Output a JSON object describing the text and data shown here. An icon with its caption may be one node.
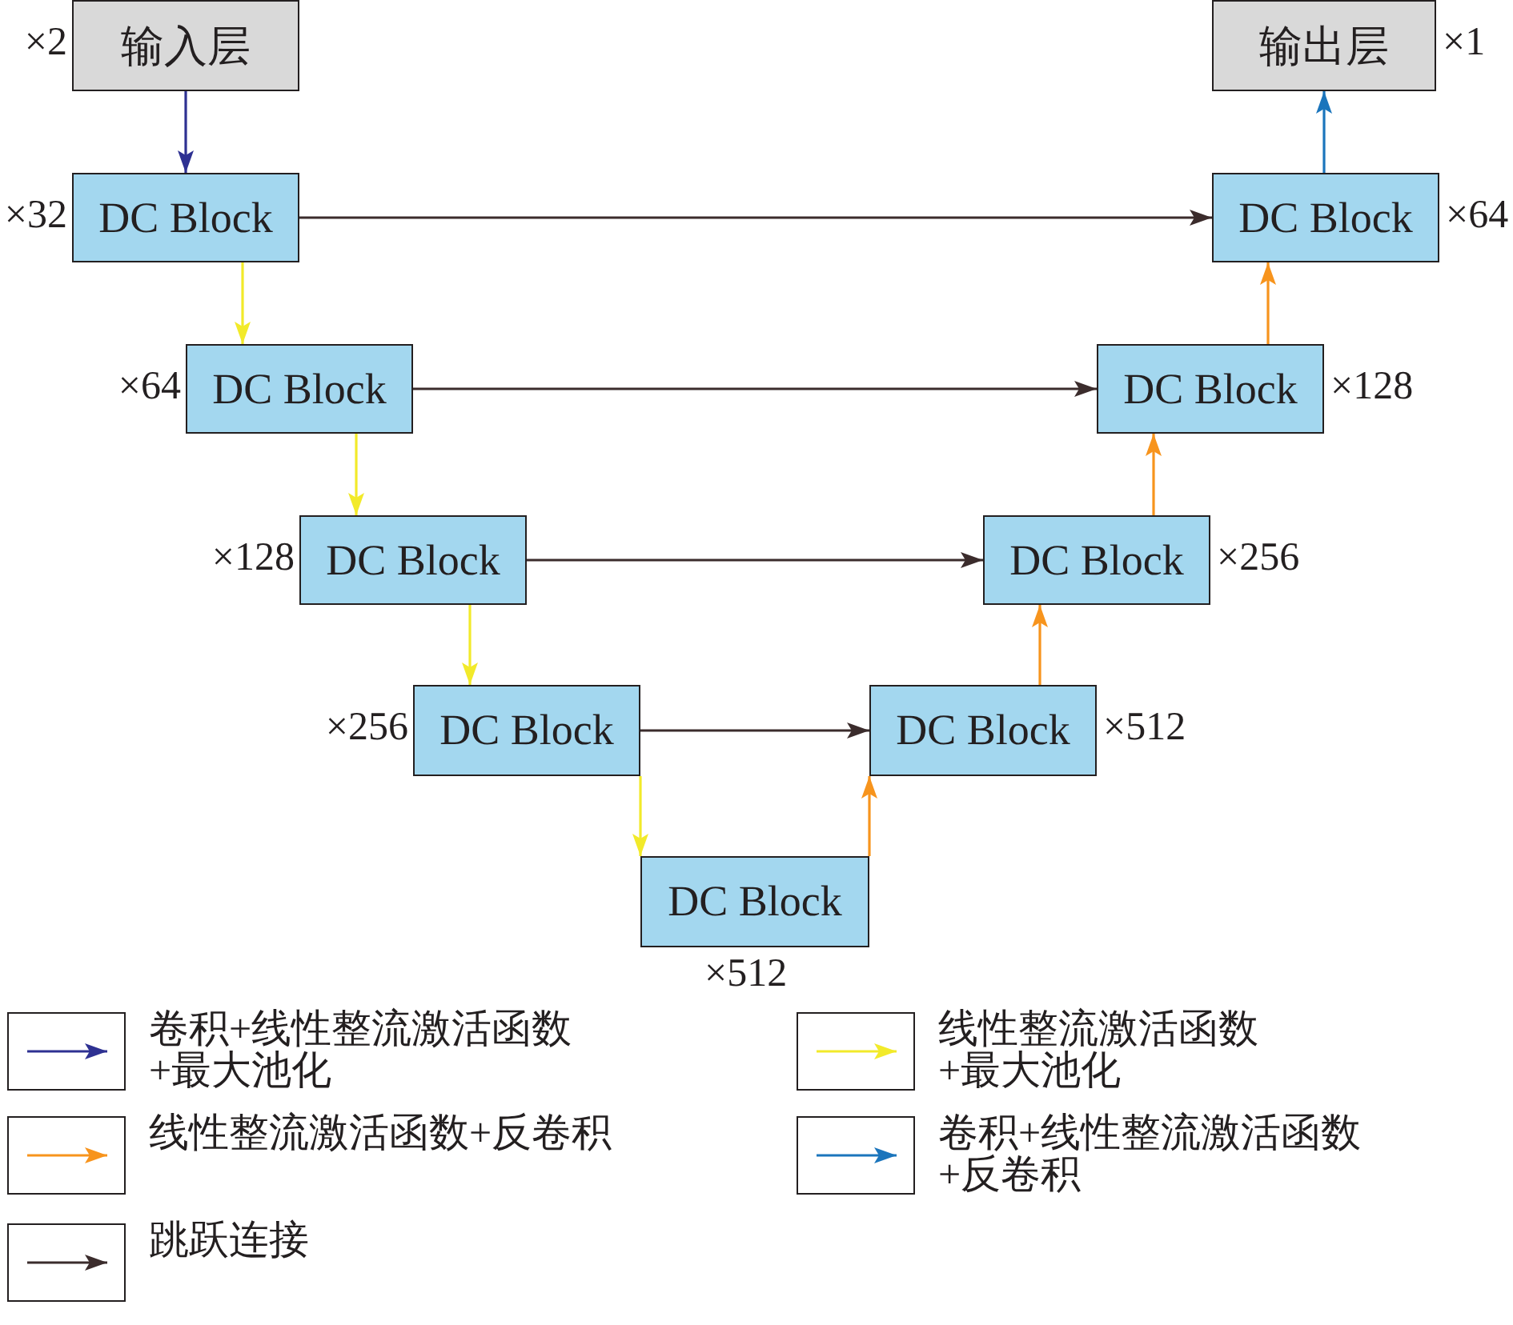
{
  "diagram": {
    "nodes": [
      {
        "text": [
          "输入层"
        ],
        "beside": [
          "×2"
        ]
      },
      {
        "text": [
          "输出层"
        ],
        "beside": [
          "×1"
        ]
      },
      {
        "text": [
          "DC Block"
        ],
        "beside": [
          "×32"
        ]
      },
      {
        "text": [
          "DC Block"
        ],
        "beside": [
          "×64"
        ]
      },
      {
        "text": [
          "DC Block"
        ],
        "beside": [
          "×128"
        ]
      },
      {
        "text": [
          "DC Block"
        ],
        "beside": [
          "×256"
        ]
      },
      {
        "text": [
          "DC Block"
        ],
        "beside": [
          "×512"
        ]
      },
      {
        "text": [
          "DC Block"
        ],
        "beside": [
          "×512"
        ]
      },
      {
        "text": [
          "DC Block"
        ],
        "beside": [
          "×256"
        ]
      },
      {
        "text": [
          "DC Block"
        ],
        "beside": [
          "×128"
        ]
      },
      {
        "text": [
          "DC Block"
        ],
        "beside": [
          "×64"
        ]
      }
    ],
    "edges": [
      {
        "from": 0,
        "to": 2,
        "arrow": "to",
        "color": "#2e3192"
      },
      {
        "from": 2,
        "to": 3,
        "arrow": "to",
        "color": "#f2ea2a"
      },
      {
        "from": 3,
        "to": 4,
        "arrow": "to",
        "color": "#f2ea2a"
      },
      {
        "from": 4,
        "to": 5,
        "arrow": "to",
        "color": "#f2ea2a"
      },
      {
        "from": 5,
        "to": 6,
        "arrow": "to",
        "color": "#f2ea2a"
      },
      {
        "from": 6,
        "to": 7,
        "arrow": "to",
        "color": "#f7941d"
      },
      {
        "from": 7,
        "to": 8,
        "arrow": "to",
        "color": "#f7941d"
      },
      {
        "from": 8,
        "to": 9,
        "arrow": "to",
        "color": "#f7941d"
      },
      {
        "from": 9,
        "to": 10,
        "arrow": "to",
        "color": "#f7941d"
      },
      {
        "from": 10,
        "to": 1,
        "arrow": "to",
        "color": "#1b75bc"
      },
      {
        "from": 2,
        "to": 10,
        "arrow": "to",
        "color": "#3b2c2c"
      },
      {
        "from": 3,
        "to": 9,
        "arrow": "to",
        "color": "#3b2c2c"
      },
      {
        "from": 4,
        "to": 8,
        "arrow": "to",
        "color": "#3b2c2c"
      },
      {
        "from": 5,
        "to": 7,
        "arrow": "to",
        "color": "#3b2c2c"
      }
    ],
    "legend": [
      {
        "text": "卷积+线性整流激活函数+最大池化"
      },
      {
        "text": "线性整流激活函数+最大池化"
      },
      {
        "text": "线性整流激活函数+反卷积"
      },
      {
        "text": "卷积+线性整流激活函数+反卷积"
      },
      {
        "text": "跳跃连接"
      }
    ]
  }
}
